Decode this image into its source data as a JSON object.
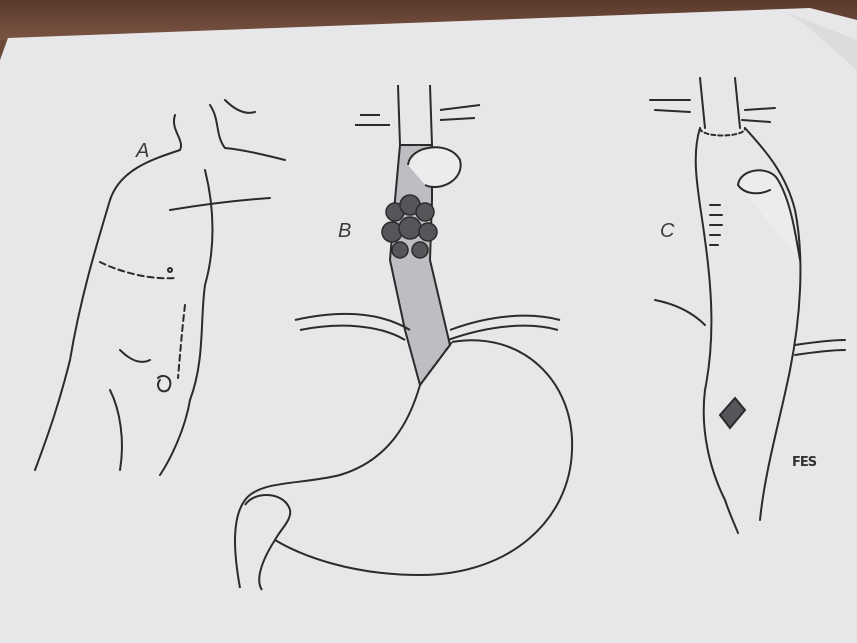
{
  "labels": {
    "panel_a": "A",
    "panel_b": "B",
    "panel_c": "C",
    "signature": "FES"
  },
  "colors": {
    "paper": "#e9e9ea",
    "ink": "#2b2b2b",
    "shade": "#bdbdc2",
    "desk": "#6b4a3a"
  }
}
